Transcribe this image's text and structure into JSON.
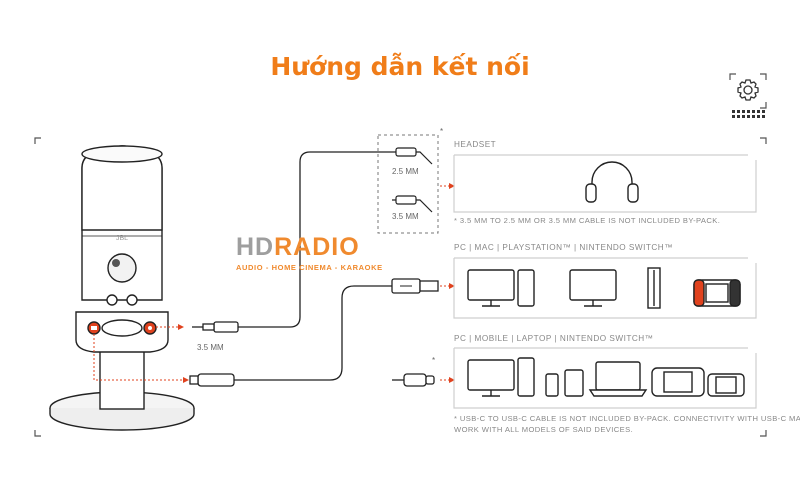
{
  "title": "Hướng dẫn kết nối",
  "icons": {
    "settings": "settings-gear-icon",
    "grid": "dot-grid-icon"
  },
  "colors": {
    "accent": "#f07d19",
    "line": "#3a3a3a",
    "panel_border": "#cfcfcf",
    "arrow": "#e0421e"
  },
  "watermark": {
    "main_left": "HD",
    "main_right": "RADIO",
    "sub": "AUDIO - HOME CINEMA - KARAOKE"
  },
  "device": {
    "brand": "JBL"
  },
  "cables": {
    "jack_size": "3.5 MM",
    "adapter_2_5": "2.5 MM",
    "adapter_3_5": "3.5 MM",
    "asterisk": "*"
  },
  "sections": {
    "headset": {
      "title": "HEADSET",
      "note": "* 3.5 MM TO 2.5 MM OR 3.5 MM CABLE IS NOT INCLUDED BY-PACK."
    },
    "pc": {
      "title": "PC | MAC | PLAYSTATION™ | NINTENDO SWITCH™"
    },
    "mobile": {
      "title": "PC | MOBILE | LAPTOP | NINTENDO SWITCH™",
      "note_line1": "* USB-C TO USB-C CABLE IS NOT INCLUDED BY-PACK. CONNECTIVITY WITH USB-C MAY NOT",
      "note_line2": "WORK WITH ALL MODELS OF SAID DEVICES."
    }
  }
}
